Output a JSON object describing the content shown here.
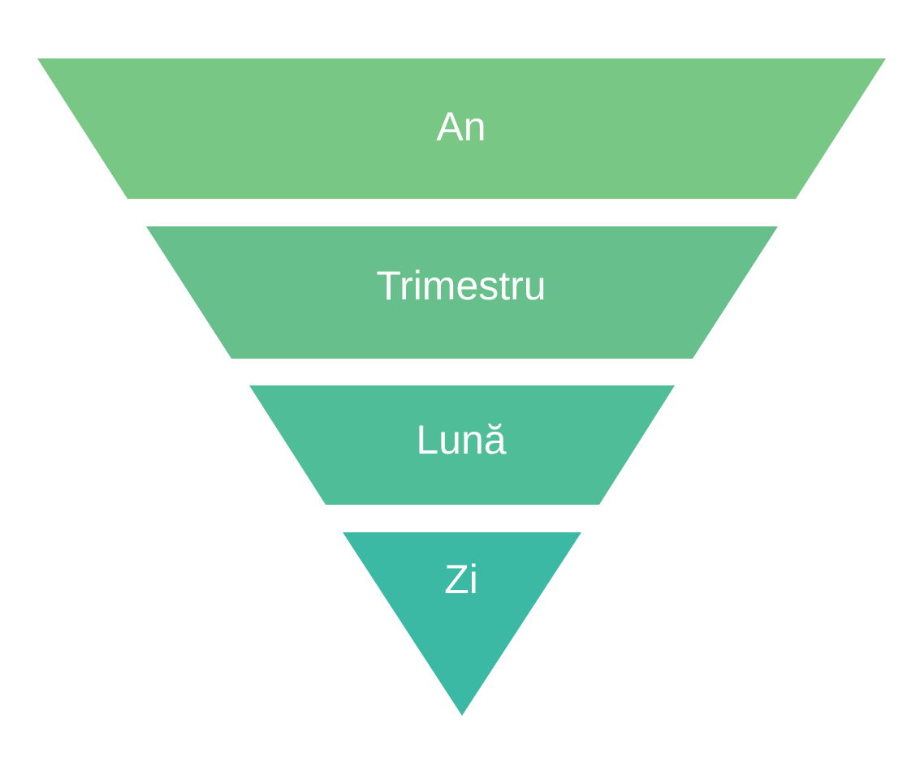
{
  "levels": [
    {
      "label": "An",
      "color": "#79c784"
    },
    {
      "label": "Trimestru",
      "color": "#67c08b"
    },
    {
      "label": "Lună",
      "color": "#50bd99"
    },
    {
      "label": "Zi",
      "color": "#3cb9a4"
    }
  ]
}
